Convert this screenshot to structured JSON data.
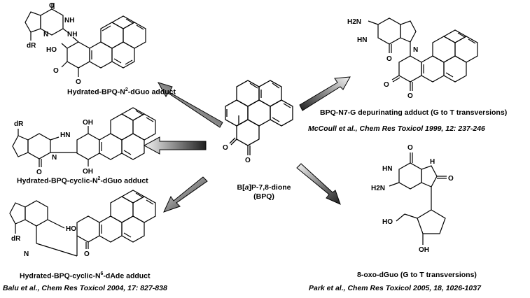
{
  "center": {
    "name_prefix": "B[",
    "name_italic": "a",
    "name_suffix": "]P-7,8-dione",
    "abbrev": "(BPQ)"
  },
  "products": {
    "top_left": {
      "label_pre": "Hydrated-BPQ-N",
      "label_sup": "2",
      "label_post": "-dGuo adduct"
    },
    "mid_left": {
      "label_pre": "Hydrated-BPQ-cyclic-N",
      "label_sup": "2",
      "label_post": "-dGuo adduct"
    },
    "bottom_left": {
      "label_pre": "Hydrated-BPQ-cyclic-N",
      "label_sup": "6",
      "label_post": "-dAde adduct"
    },
    "top_right": {
      "label": "BPQ-N7-G depurinating adduct (G to T transversions)"
    },
    "bottom_right": {
      "label": "8-oxo-dGuo (G to T transversions)"
    }
  },
  "references": {
    "top_right": "McCoull et al., Chem Res Toxicol 1999, 12: 237-246",
    "bottom_left": "Balu et al., Chem Res Toxicol 2004, 17: 827-838",
    "bottom_right": "Park et al., Chem Res Toxicol 2005, 18, 1026-1037"
  },
  "atom_labels": {
    "O": "O",
    "OH": "OH",
    "HO": "HO",
    "NH": "NH",
    "HN": "HN",
    "HN_lc": "HN",
    "N": "N",
    "H2N": "H2N",
    "dR": "dR",
    "H": "H"
  },
  "colors": {
    "arrow_dark": "#1a1a1a",
    "arrow_light": "#f2f2f2",
    "ink": "#000000"
  }
}
